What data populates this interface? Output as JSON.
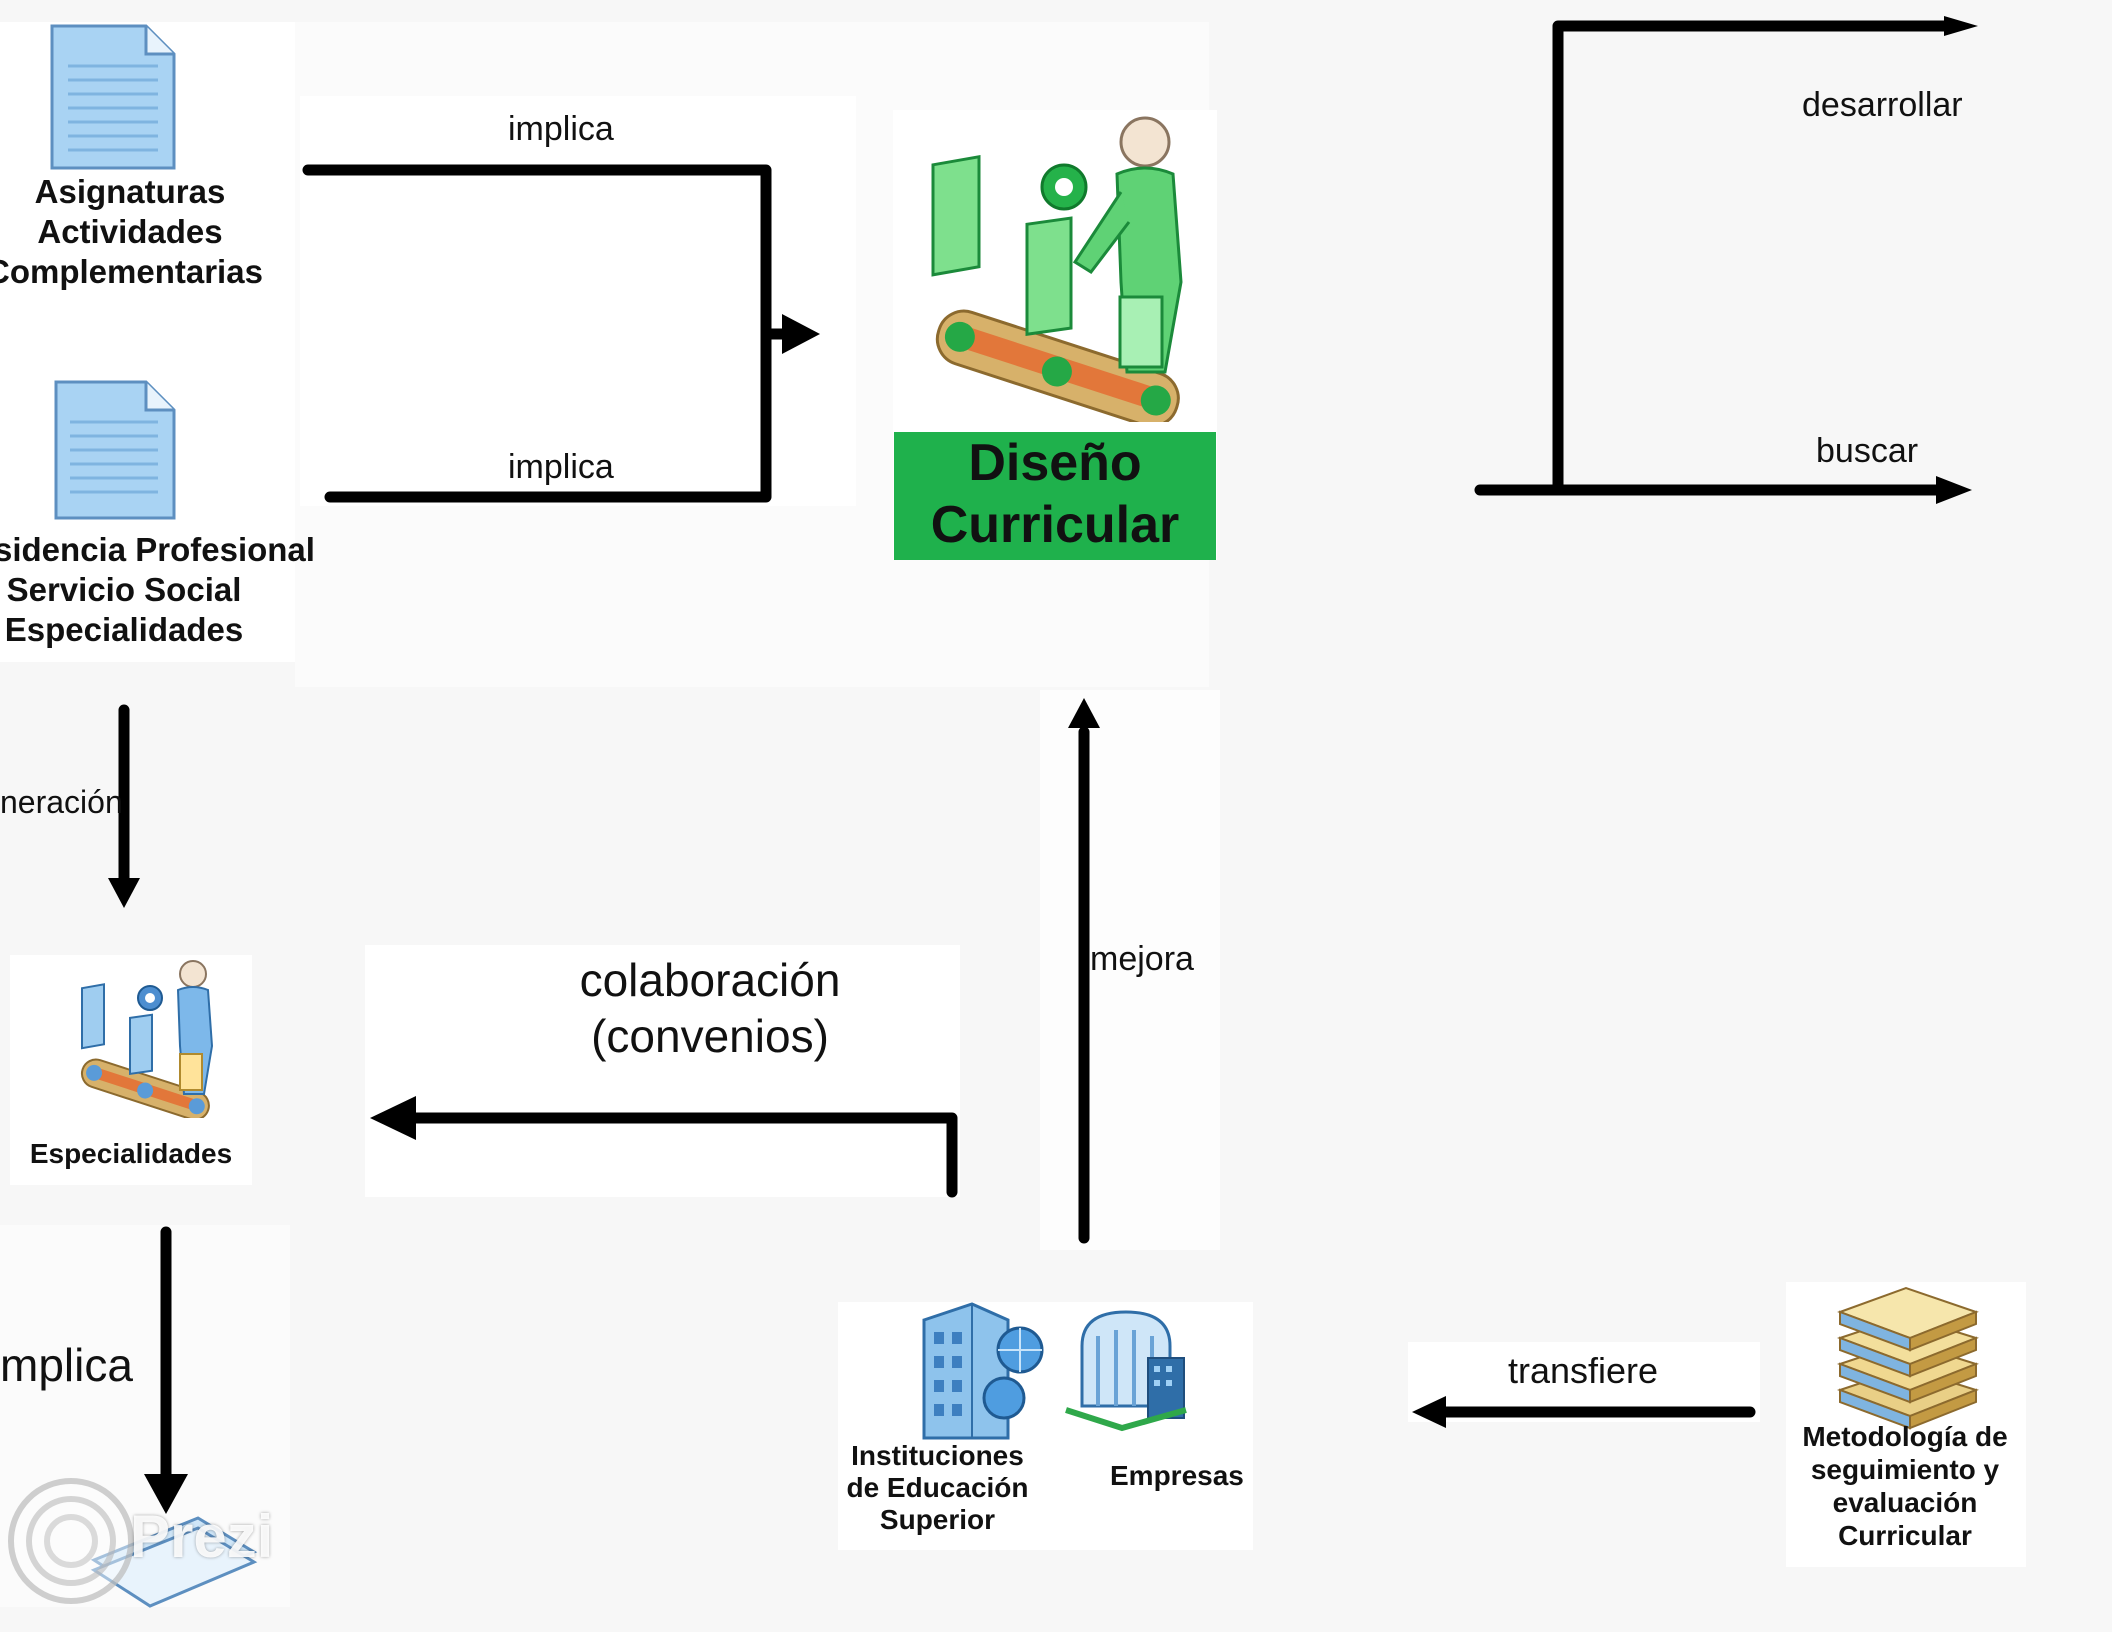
{
  "nodes": {
    "subjects_doc": {
      "lines": [
        "Asignaturas",
        "Actividades",
        "Complementarias"
      ]
    },
    "residency_doc": {
      "lines": [
        "sidencia Profesional",
        "Servicio Social",
        "Especialidades"
      ]
    },
    "design": {
      "title": "Diseño\nCurricular"
    },
    "specialties": {
      "label": "Especialidades"
    },
    "institutions": {
      "label_lines": [
        "Instituciones",
        "de Educación",
        "Superior"
      ]
    },
    "companies": {
      "label": "Empresas"
    },
    "methodology": {
      "lines": [
        "Metodología de",
        "seguimiento y",
        "evaluación",
        "Curricular"
      ]
    }
  },
  "edges": {
    "implica_top": "implica",
    "implica_bottom": "implica",
    "desarrollar": "desarrollar",
    "buscar": "buscar",
    "generacion": "neración",
    "mejora": "mejora",
    "colaboracion": [
      "colaboración",
      "(convenios)"
    ],
    "implica_left": "mplica",
    "transfiere": "transfiere"
  },
  "watermark": "Prezi",
  "colors": {
    "design_box": "#1fb14c",
    "arrow": "#000000",
    "doc_blue": "#a9d3f3"
  }
}
